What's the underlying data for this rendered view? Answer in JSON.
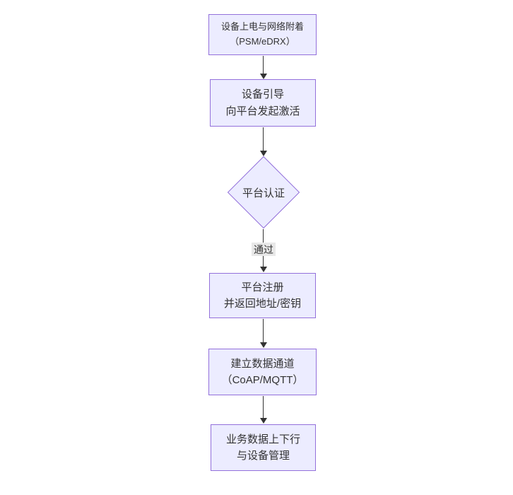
{
  "diagram": {
    "type": "flowchart",
    "direction": "top-down",
    "colors": {
      "node_fill": "#ECECFF",
      "node_border": "#9370DB",
      "edge_line": "#333333",
      "text": "#333333",
      "edge_label_bg": "#e8e8e8",
      "background": "#ffffff"
    },
    "nodes": [
      {
        "id": "power-attach",
        "shape": "rect",
        "lines": [
          "设备上电与网络附着",
          "（PSM/eDRX）"
        ]
      },
      {
        "id": "bootstrap",
        "shape": "rect",
        "lines": [
          "设备引导",
          "向平台发起激活"
        ]
      },
      {
        "id": "auth",
        "shape": "diamond",
        "lines": [
          "平台认证"
        ]
      },
      {
        "id": "register",
        "shape": "rect",
        "lines": [
          "平台注册",
          "并返回地址/密钥"
        ]
      },
      {
        "id": "channel",
        "shape": "rect",
        "lines": [
          "建立数据通道",
          "（CoAP/MQTT）"
        ]
      },
      {
        "id": "business",
        "shape": "rect",
        "lines": [
          "业务数据上下行",
          "与设备管理"
        ]
      }
    ],
    "edges": [
      {
        "from": "power-attach",
        "to": "bootstrap",
        "label": ""
      },
      {
        "from": "bootstrap",
        "to": "auth",
        "label": ""
      },
      {
        "from": "auth",
        "to": "register",
        "label": "通过"
      },
      {
        "from": "register",
        "to": "channel",
        "label": ""
      },
      {
        "from": "channel",
        "to": "business",
        "label": ""
      }
    ]
  }
}
